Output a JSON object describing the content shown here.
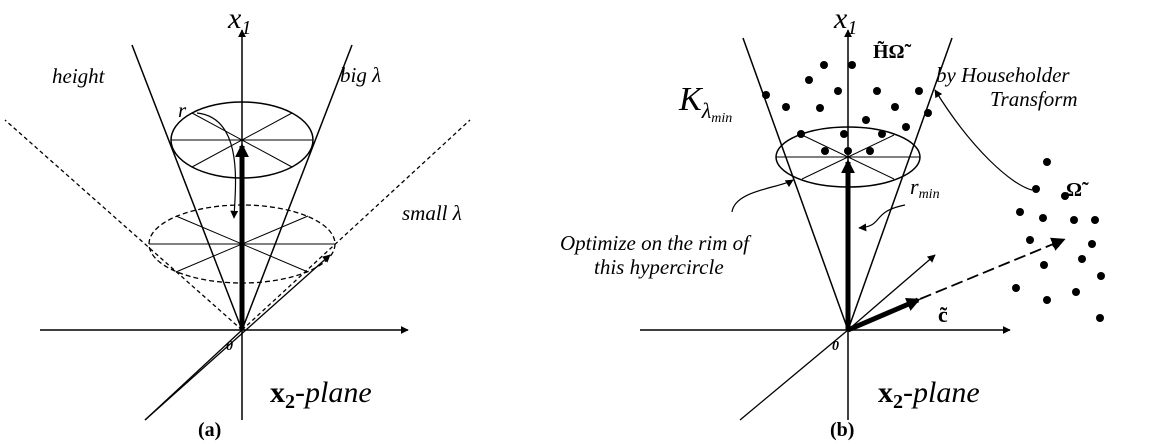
{
  "panel_a": {
    "axis_vertical": "x",
    "axis_vertical_sub": "1",
    "origin": "0",
    "plane_bold": "x",
    "plane_sub": "2",
    "plane_rest": "-plane",
    "height_label": "height",
    "r_label": "r",
    "big_lambda": "big λ",
    "small_lambda": "small λ",
    "caption": "(a)"
  },
  "panel_b": {
    "axis_vertical": "x",
    "axis_vertical_sub": "1",
    "origin": "0",
    "plane_bold": "x",
    "plane_sub": "2",
    "plane_rest": "-plane",
    "cone_label": "K",
    "cone_sub": "λ",
    "cone_subsub": "min",
    "r_label": "r",
    "r_sub": "min",
    "h_omega": "H̃Ω̃",
    "omega": "Ω̃",
    "c_tilde": "c̃",
    "householder_1": "by Householder",
    "householder_2": "Transform",
    "optimize_1": "Optimize on the rim of",
    "optimize_2": "this hypercircle",
    "caption": "(b)"
  }
}
